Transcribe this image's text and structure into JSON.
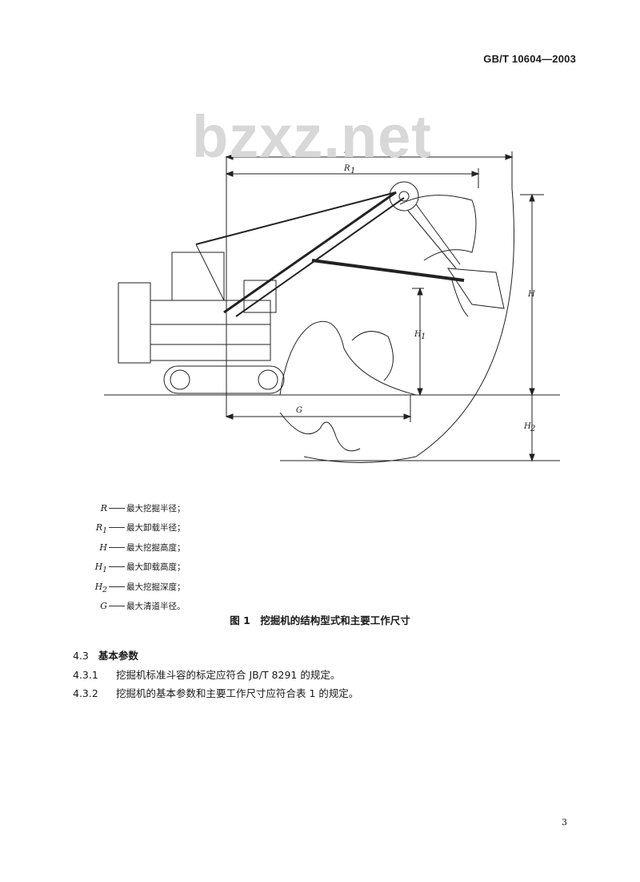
{
  "header": {
    "standard_code": "GB/T 10604—2003"
  },
  "watermark": {
    "text": "bzxz.net"
  },
  "figure": {
    "labels": {
      "R": "R",
      "R1": "R",
      "R1_sub": "1",
      "H": "H",
      "H1": "H",
      "H1_sub": "1",
      "H2": "H",
      "H2_sub": "2",
      "G": "G"
    }
  },
  "legend": [
    {
      "sym": "R",
      "sub": "",
      "desc": "最大挖掘半径；"
    },
    {
      "sym": "R",
      "sub": "1",
      "desc": "最大卸载半径；"
    },
    {
      "sym": "H",
      "sub": "",
      "desc": "最大挖掘高度；"
    },
    {
      "sym": "H",
      "sub": "1",
      "desc": "最大卸载高度；"
    },
    {
      "sym": "H",
      "sub": "2",
      "desc": "最大挖掘深度；"
    },
    {
      "sym": "G",
      "sub": "",
      "desc": "最大清道半径。"
    }
  ],
  "caption": "图 1　挖掘机的结构型式和主要工作尺寸",
  "section": {
    "number": "4.3",
    "title": "基本参数"
  },
  "paragraphs": [
    {
      "number": "4.3.1",
      "text": "挖掘机标准斗容的标定应符合 JB/T 8291 的规定。"
    },
    {
      "number": "4.3.2",
      "text": "挖掘机的基本参数和主要工作尺寸应符合表 1 的规定。"
    }
  ],
  "page_number": "3"
}
